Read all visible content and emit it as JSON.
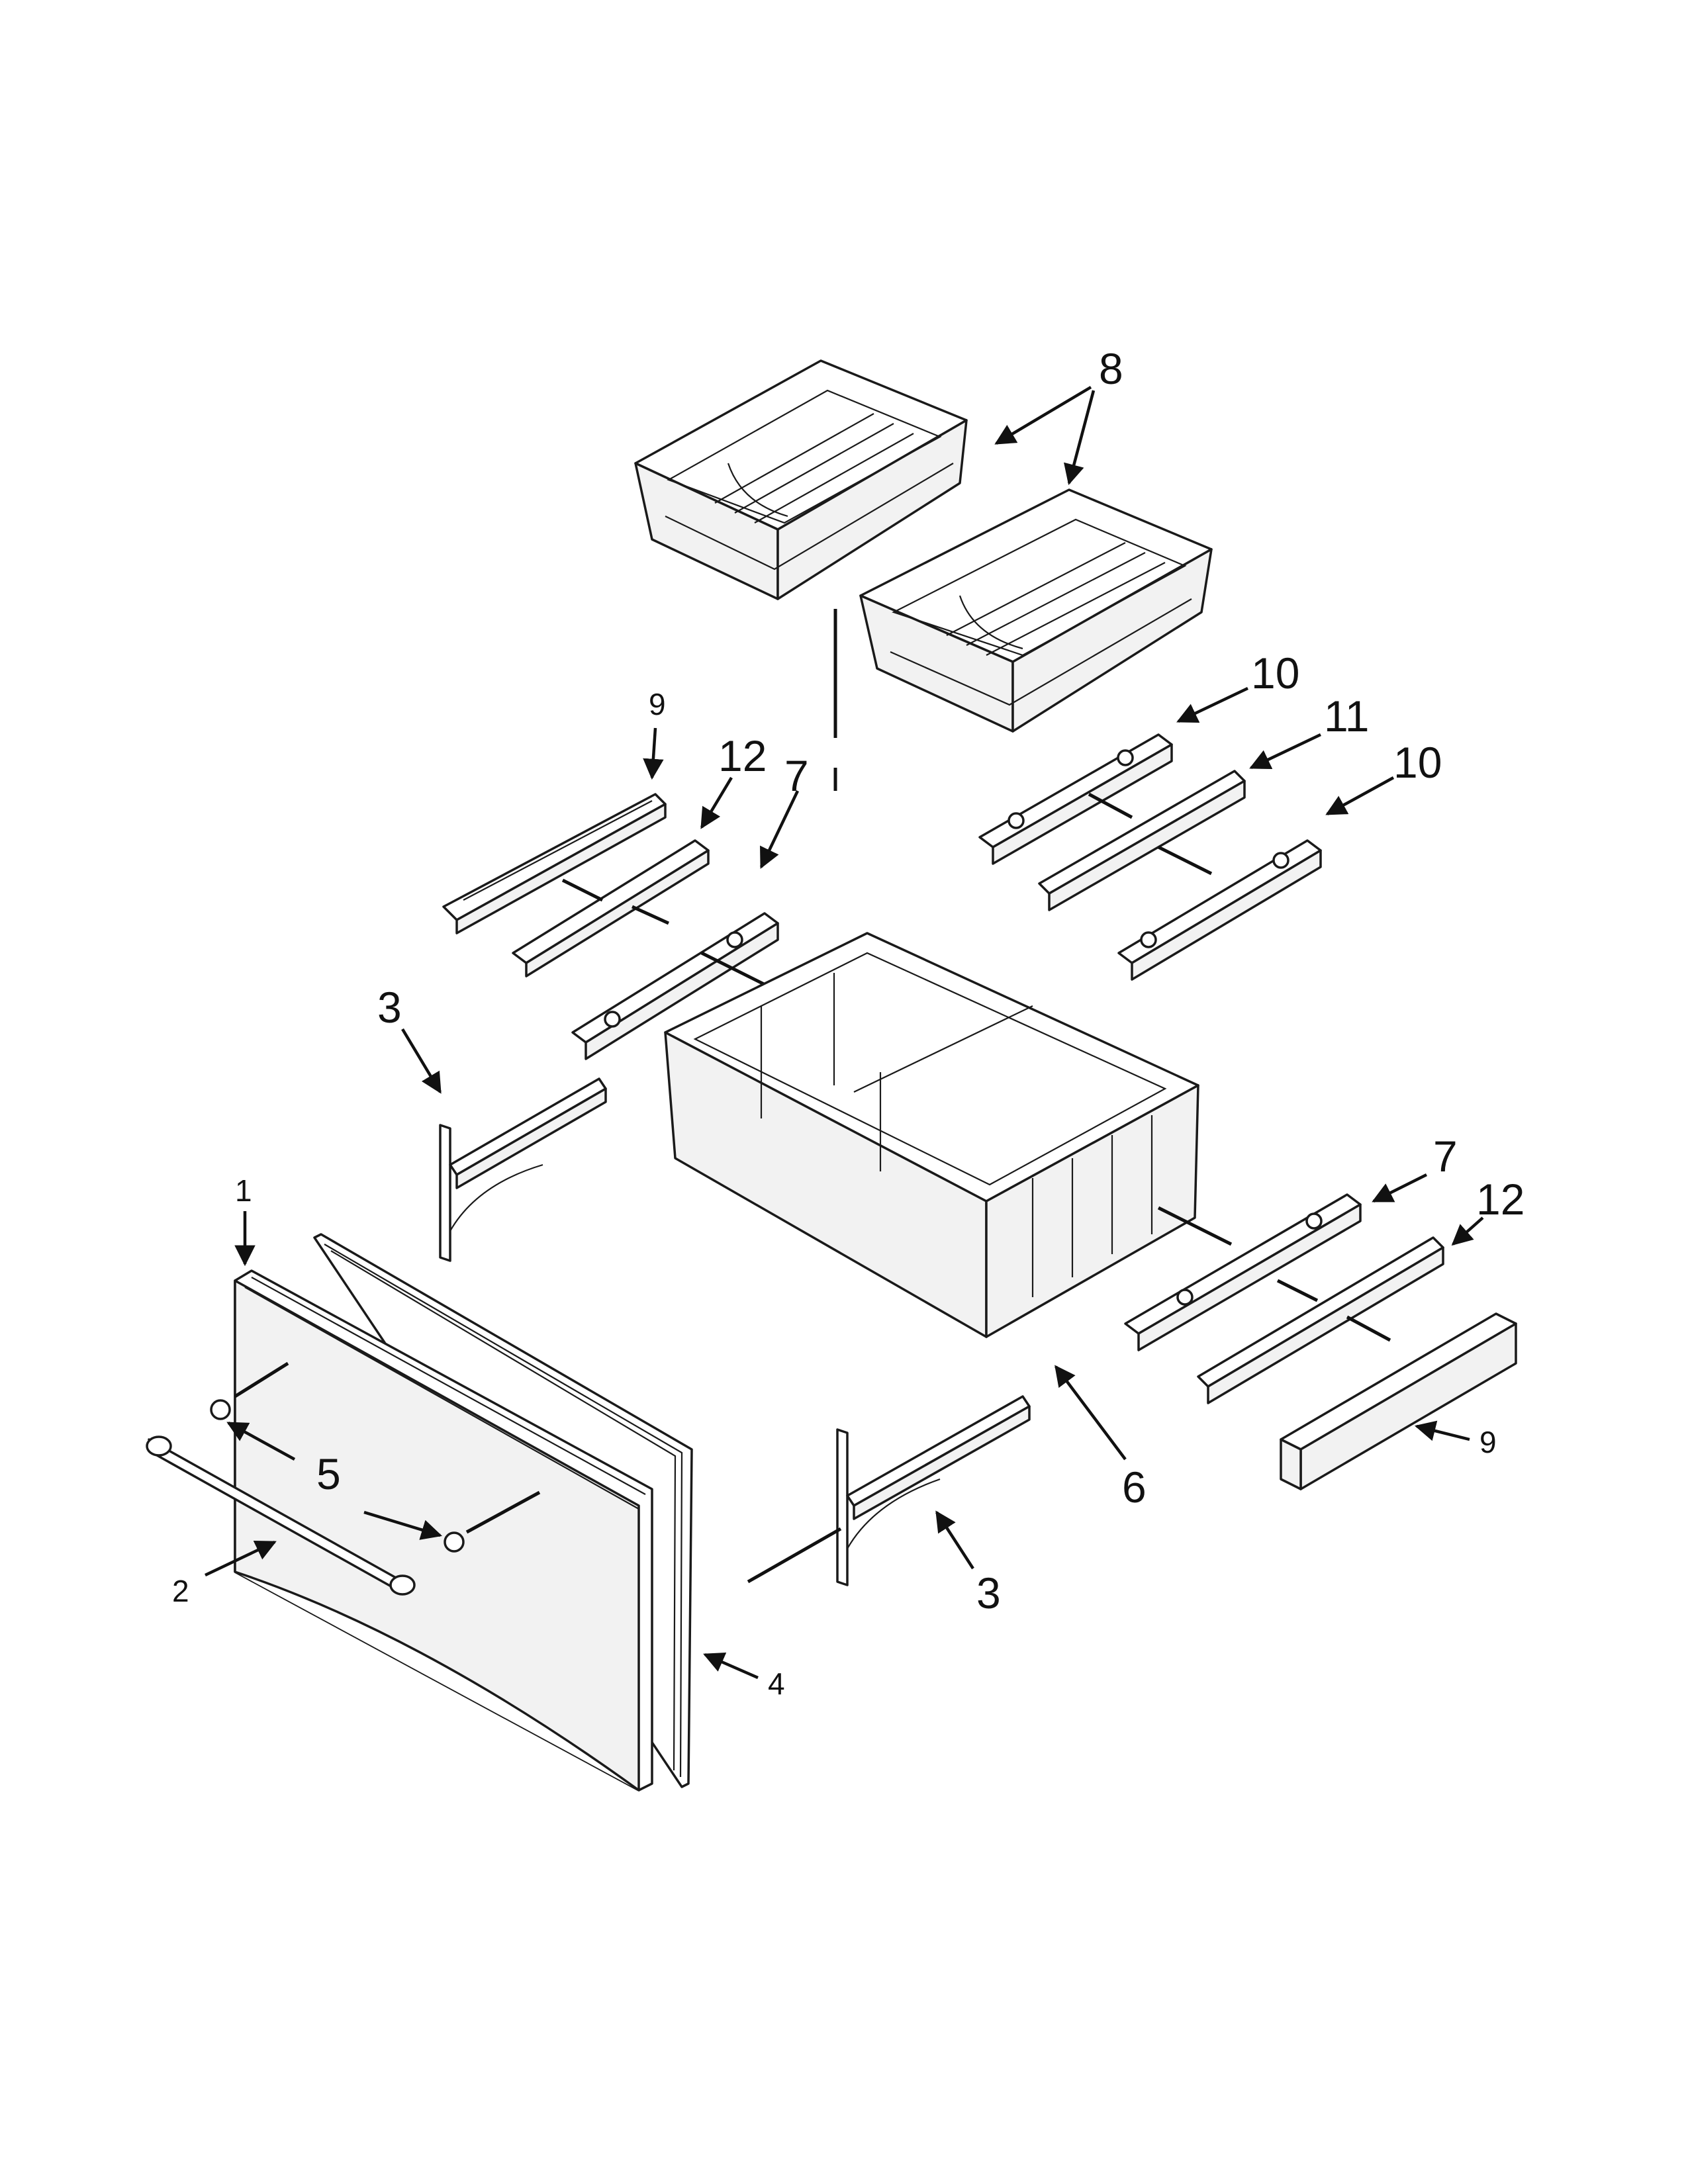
{
  "diagram": {
    "callouts": {
      "c1": "1",
      "c2": "2",
      "c3a": "3",
      "c3b": "3",
      "c4": "4",
      "c5": "5",
      "c6": "6",
      "c7a": "7",
      "c7b": "7",
      "c8": "8",
      "c9a": "9",
      "c9b": "9",
      "c10a": "10",
      "c10b": "10",
      "c11": "11",
      "c12a": "12",
      "c12b": "12"
    }
  }
}
